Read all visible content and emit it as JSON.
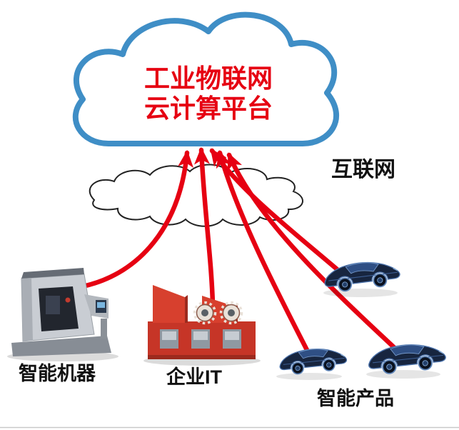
{
  "diagram": {
    "cloud_platform": {
      "line1": "工业物联网",
      "line2": "云计算平台",
      "stroke_color": "#3f8ec6",
      "text_color": "#e60012"
    },
    "internet": {
      "label": "互联网"
    },
    "devices": {
      "machine": {
        "label": "智能机器",
        "icon": "cnc-machine-icon"
      },
      "enterprise_it": {
        "label": "企业IT",
        "icon": "factory-icon"
      },
      "products": {
        "label": "智能产品",
        "icon": "car-icon",
        "count": 3
      }
    },
    "connections": [
      {
        "from": "machine",
        "to": "cloud_platform"
      },
      {
        "from": "enterprise_it",
        "to": "cloud_platform"
      },
      {
        "from": "car-1",
        "to": "cloud_platform"
      },
      {
        "from": "car-2",
        "to": "cloud_platform"
      },
      {
        "from": "car-3",
        "to": "cloud_platform"
      }
    ],
    "colors": {
      "arrow": "#e60012",
      "factory_red": "#c63527",
      "machine_gray": "#c9cdd3",
      "car_blue": "#17253f"
    }
  }
}
